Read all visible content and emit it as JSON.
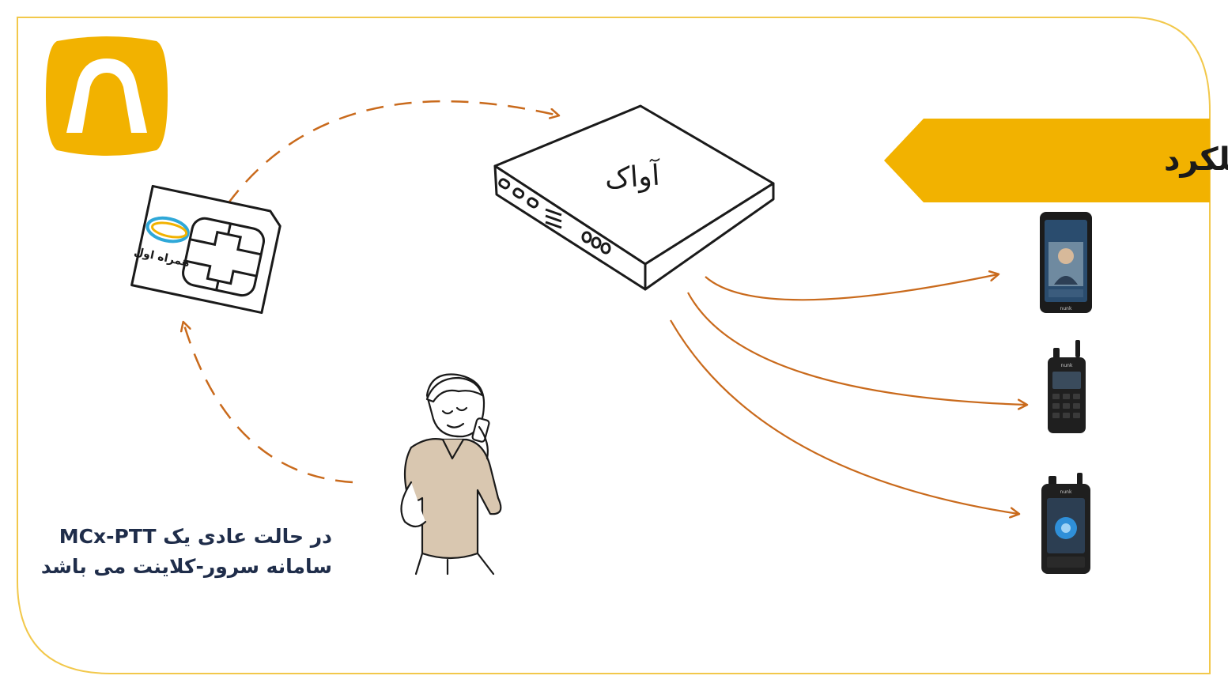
{
  "colors": {
    "accent": "#F2B200",
    "arrow": "#C96A1C",
    "line": "#1a1a1a",
    "caption": "#1f2d4a"
  },
  "header": {
    "title": "فرآیند عملکرد"
  },
  "server": {
    "brand_label": "آواک"
  },
  "sim_card": {
    "operator_label": "همراه اول"
  },
  "caption": {
    "line1": "MCx-PTT در حالت عادی یک",
    "line2": "سامانه سرور-کلاینت می باشد"
  },
  "devices": [
    {
      "icon": "smartphone-icon",
      "brand": "nunk"
    },
    {
      "icon": "walkie-talkie-icon",
      "brand": "nunk"
    },
    {
      "icon": "rugged-phone-icon",
      "brand": "nunk"
    }
  ]
}
